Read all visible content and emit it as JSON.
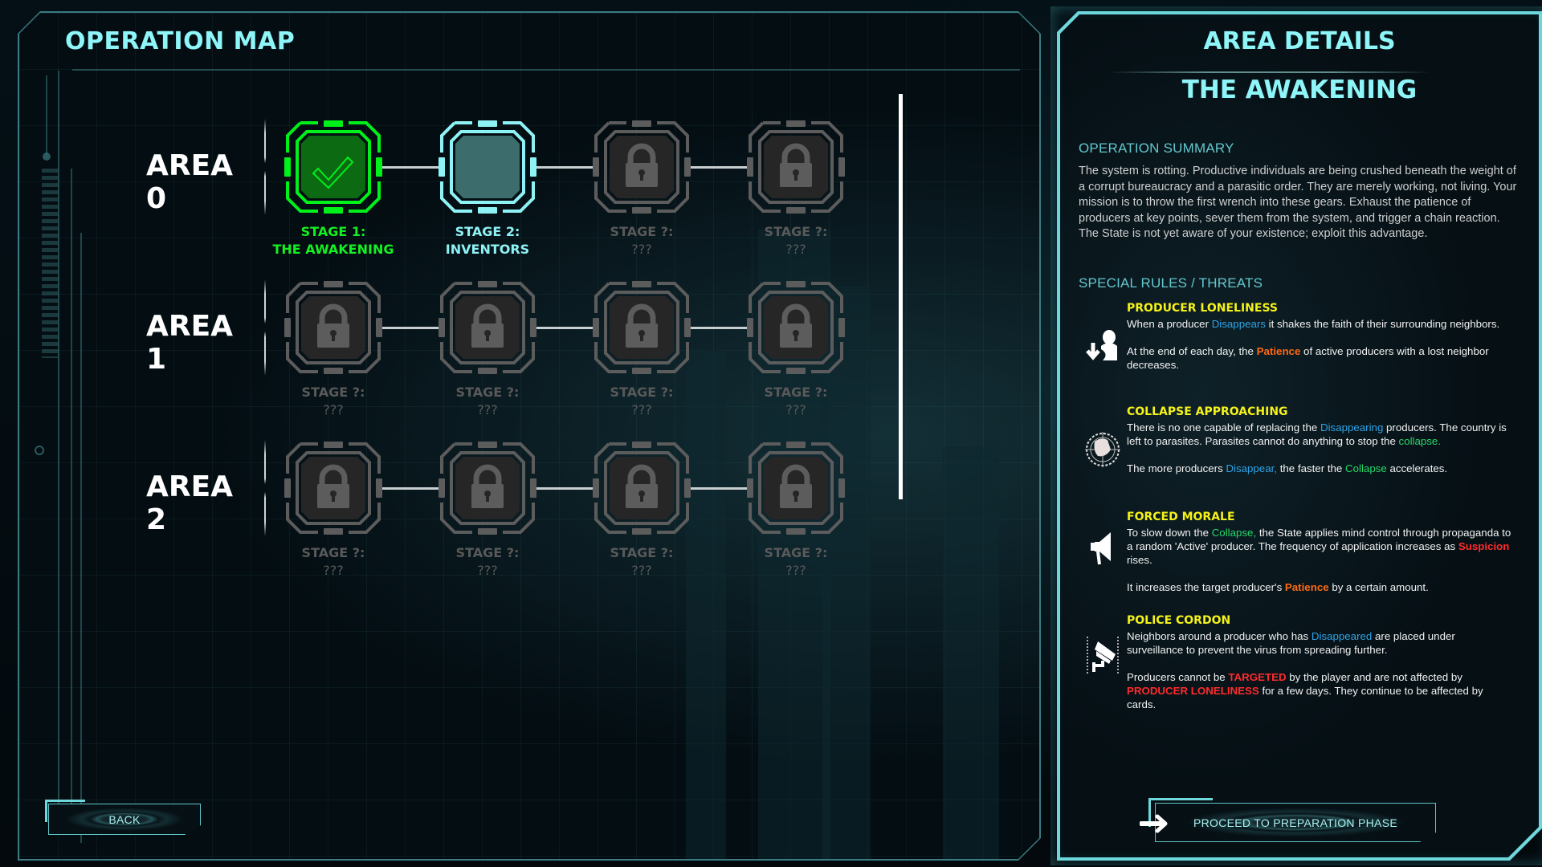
{
  "colors": {
    "accent_cyan": "#8ef6f8",
    "completed_green": "#00f01a",
    "current_cyan": "#8ef2f5",
    "locked_gray": "#5a5a5a",
    "rule_title_yellow": "#f5f21a",
    "keyword_blue": "#2ea4e6",
    "keyword_orange": "#ff6a12",
    "keyword_green": "#26d86a",
    "keyword_red": "#ff2b2b"
  },
  "operation_map": {
    "title": "OPERATION MAP",
    "areas": [
      {
        "label": "AREA 0",
        "stages": [
          {
            "line1": "STAGE 1:",
            "line2": "THE AWAKENING",
            "state": "completed",
            "icon": "checkmark-icon"
          },
          {
            "line1": "STAGE 2:",
            "line2": "INVENTORS",
            "state": "current",
            "icon": "none"
          },
          {
            "line1": "STAGE ?:",
            "line2": "???",
            "state": "locked",
            "icon": "lock-icon"
          },
          {
            "line1": "STAGE ?:",
            "line2": "???",
            "state": "locked",
            "icon": "lock-icon"
          }
        ]
      },
      {
        "label": "AREA 1",
        "stages": [
          {
            "line1": "STAGE ?:",
            "line2": "???",
            "state": "locked",
            "icon": "lock-icon"
          },
          {
            "line1": "STAGE ?:",
            "line2": "???",
            "state": "locked",
            "icon": "lock-icon"
          },
          {
            "line1": "STAGE ?:",
            "line2": "???",
            "state": "locked",
            "icon": "lock-icon"
          },
          {
            "line1": "STAGE ?:",
            "line2": "???",
            "state": "locked",
            "icon": "lock-icon"
          }
        ]
      },
      {
        "label": "AREA 2",
        "stages": [
          {
            "line1": "STAGE ?:",
            "line2": "???",
            "state": "locked",
            "icon": "lock-icon"
          },
          {
            "line1": "STAGE ?:",
            "line2": "???",
            "state": "locked",
            "icon": "lock-icon"
          },
          {
            "line1": "STAGE ?:",
            "line2": "???",
            "state": "locked",
            "icon": "lock-icon"
          },
          {
            "line1": "STAGE ?:",
            "line2": "???",
            "state": "locked",
            "icon": "lock-icon"
          }
        ]
      }
    ],
    "back_button": "BACK"
  },
  "area_details": {
    "title": "AREA DETAILS",
    "subtitle": "THE AWAKENING",
    "summary_heading": "OPERATION SUMMARY",
    "summary_text": "The system is rotting. Productive individuals are being crushed beneath the weight of a corrupt bureaucracy and a parasitic order. They are merely working, not living. Your mission is to throw the first wrench into these gears. Exhaust the patience of producers at key points, sever them from the system, and trigger a chain reaction. The State is not yet aware of your existence; exploit this advantage.",
    "rules_heading": "SPECIAL RULES / THREATS",
    "rules": [
      {
        "title": "PRODUCER LONELINESS",
        "icon": "producer-loneliness-icon",
        "p1": [
          {
            "t": "When a producer ",
            "c": ""
          },
          {
            "t": "Disappears",
            "c": "blue"
          },
          {
            "t": " it shakes the faith of their surrounding neighbors.",
            "c": ""
          }
        ],
        "p2": [
          {
            "t": "At the end of each day, the ",
            "c": ""
          },
          {
            "t": "Patience",
            "c": "orange"
          },
          {
            "t": " of active producers with a lost neighbor decreases.",
            "c": ""
          }
        ]
      },
      {
        "title": "COLLAPSE APPROACHING",
        "icon": "globe-collapse-icon",
        "p1": [
          {
            "t": "There is no one capable of replacing the ",
            "c": ""
          },
          {
            "t": "Disappearing",
            "c": "blue"
          },
          {
            "t": " producers. The country is left to parasites. Parasites cannot do anything to stop the ",
            "c": ""
          },
          {
            "t": "collapse.",
            "c": "green"
          }
        ],
        "p2": [
          {
            "t": "The more producers ",
            "c": ""
          },
          {
            "t": "Disappear,",
            "c": "blue"
          },
          {
            "t": " the faster the ",
            "c": ""
          },
          {
            "t": "Collapse",
            "c": "green"
          },
          {
            "t": " accelerates.",
            "c": ""
          }
        ]
      },
      {
        "title": "FORCED MORALE",
        "icon": "megaphone-icon",
        "p1": [
          {
            "t": "To slow down the ",
            "c": ""
          },
          {
            "t": "Collapse,",
            "c": "green"
          },
          {
            "t": " the State applies mind control through propaganda to a random 'Active' producer. The frequency of application increases as ",
            "c": ""
          },
          {
            "t": "Suspicion",
            "c": "red"
          },
          {
            "t": " rises.",
            "c": ""
          }
        ],
        "p2": [
          {
            "t": "It increases the target producer's ",
            "c": ""
          },
          {
            "t": "Patience",
            "c": "orange"
          },
          {
            "t": " by a certain amount.",
            "c": ""
          }
        ]
      },
      {
        "title": "POLICE CORDON",
        "icon": "surveillance-camera-icon",
        "p1": [
          {
            "t": "Neighbors around a producer who has ",
            "c": ""
          },
          {
            "t": "Disappeared",
            "c": "blue"
          },
          {
            "t": " are placed under surveillance to prevent the virus from spreading further.",
            "c": ""
          }
        ],
        "p2": [
          {
            "t": "Producers cannot be ",
            "c": ""
          },
          {
            "t": "TARGETED",
            "c": "red"
          },
          {
            "t": " by the player and are not affected by ",
            "c": ""
          },
          {
            "t": "PRODUCER LONELINESS",
            "c": "red"
          },
          {
            "t": " for a few days. They continue to be affected by cards.",
            "c": ""
          }
        ]
      }
    ],
    "proceed_button": "PROCEED TO PREPARATION PHASE"
  }
}
